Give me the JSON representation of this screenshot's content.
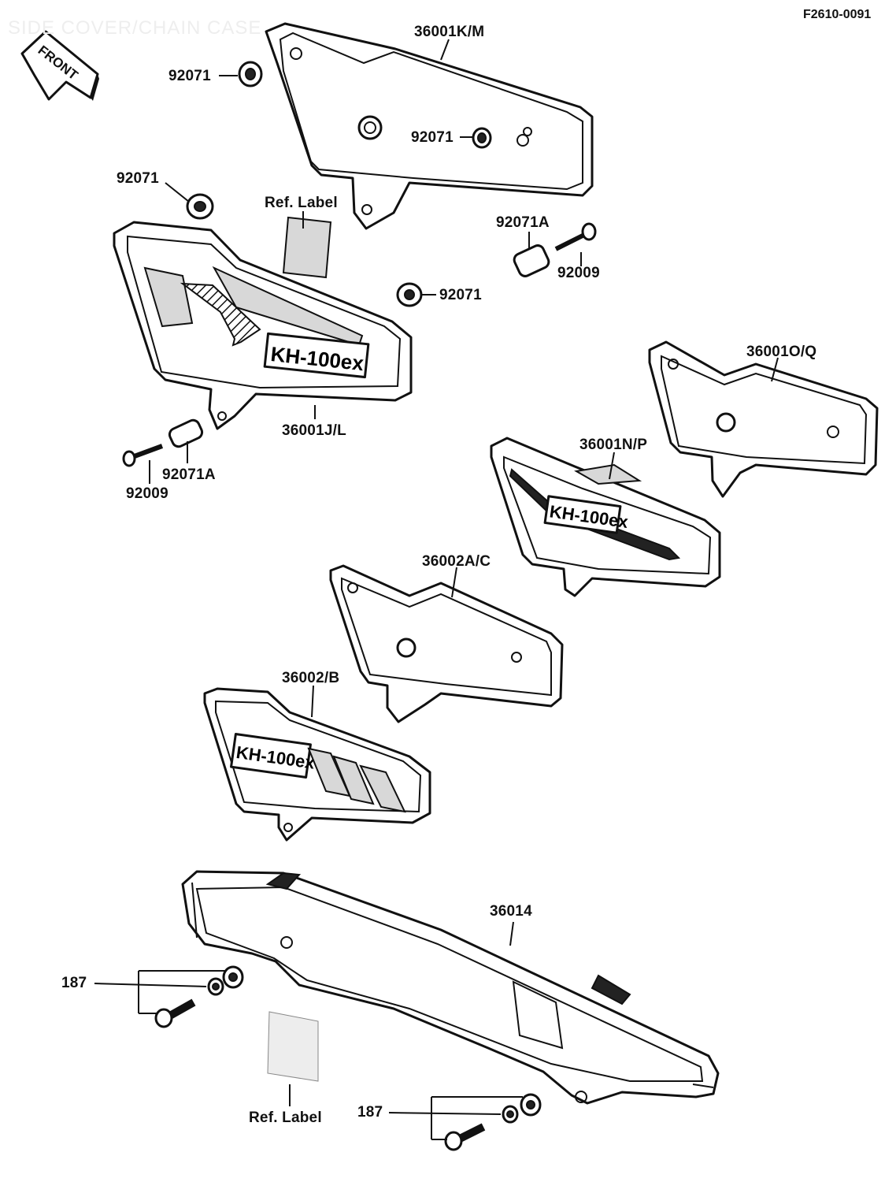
{
  "diagram": {
    "code": "F2610-0091",
    "watermark": "SIDE COVER/CHAIN CASE",
    "front_label": "FRONT",
    "parts": {
      "p36001KM": "36001K/M",
      "p36001JL": "36001J/L",
      "p36001OQ": "36001O/Q",
      "p36001NP": "36001N/P",
      "p36002AC": "36002A/C",
      "p36002B": "36002/B",
      "p36014": "36014",
      "p92071": "92071",
      "p92071A": "92071A",
      "p92009": "92009",
      "p187": "187",
      "ref_label": "Ref. Label"
    }
  }
}
